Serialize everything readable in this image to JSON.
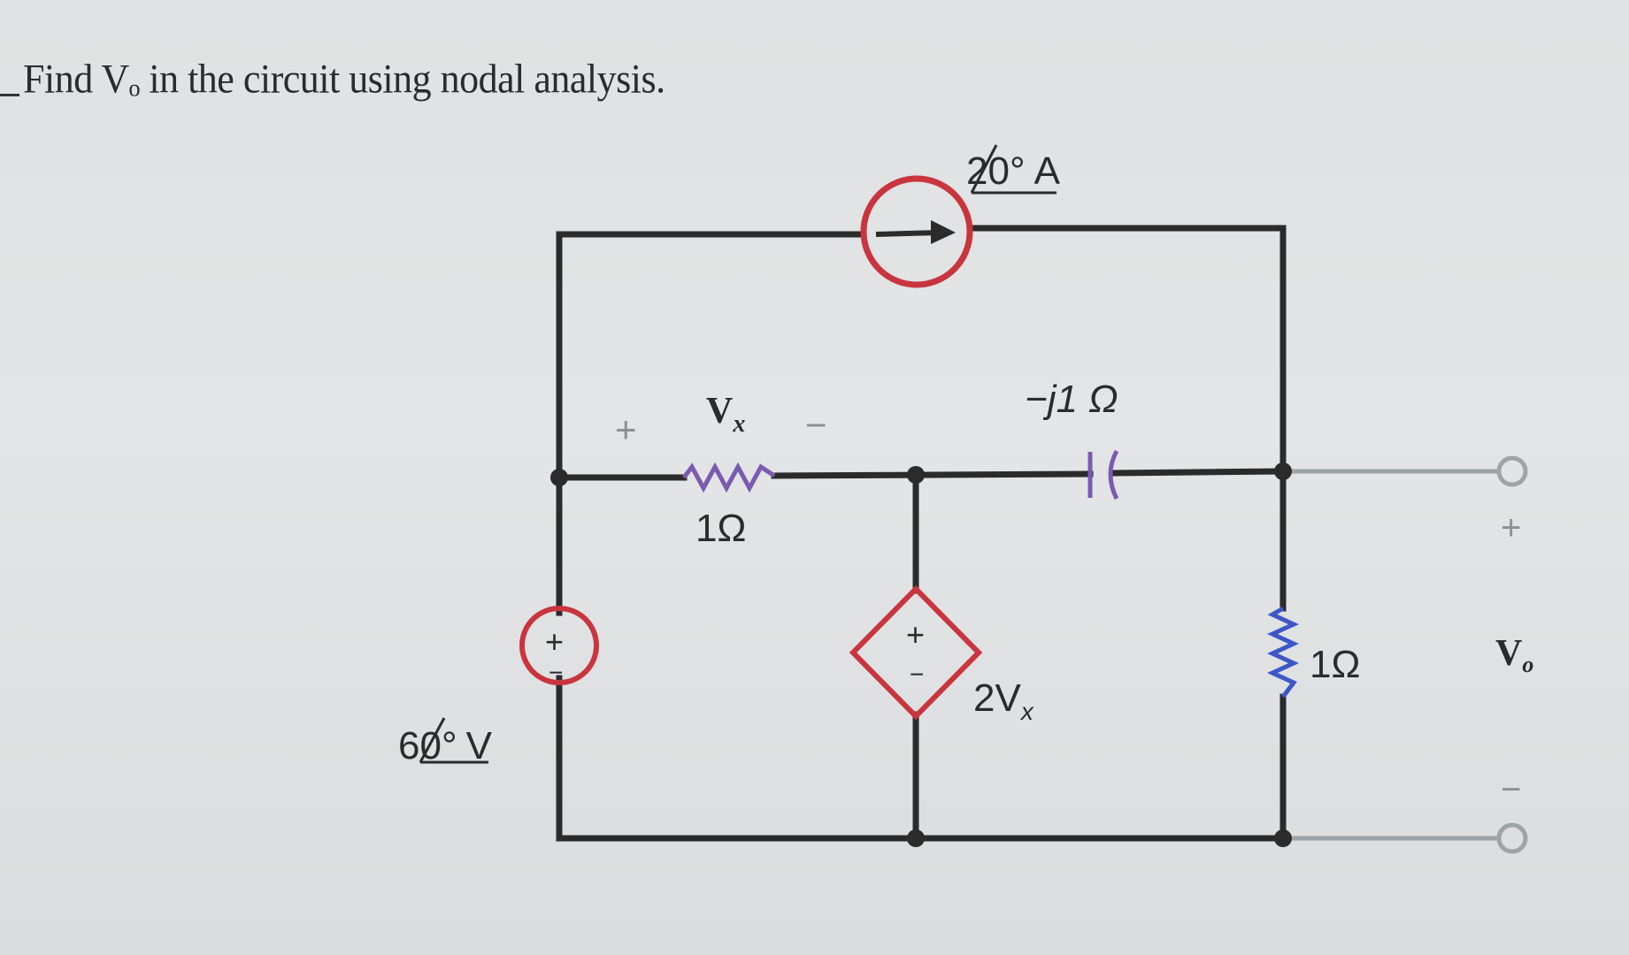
{
  "problem": {
    "text": "Find Vₒ in the circuit using nodal analysis."
  },
  "circuit": {
    "current_source": {
      "magnitude": "2",
      "angle": "0°",
      "unit": "A"
    },
    "voltage_source": {
      "magnitude": "6",
      "angle": "0°",
      "unit": "V",
      "plus": "+",
      "minus": "−"
    },
    "resistor_vx": {
      "value": "1Ω",
      "voltage": "V",
      "voltage_sub": "x",
      "plus": "+",
      "minus": "−"
    },
    "capacitor": {
      "value": "−j1 Ω"
    },
    "dependent_source": {
      "label": "2V",
      "label_sub": "x",
      "plus": "+",
      "minus": "−"
    },
    "resistor_out": {
      "value": "1Ω"
    },
    "output": {
      "label": "V",
      "label_sub": "o",
      "plus": "+",
      "minus": "−"
    }
  }
}
